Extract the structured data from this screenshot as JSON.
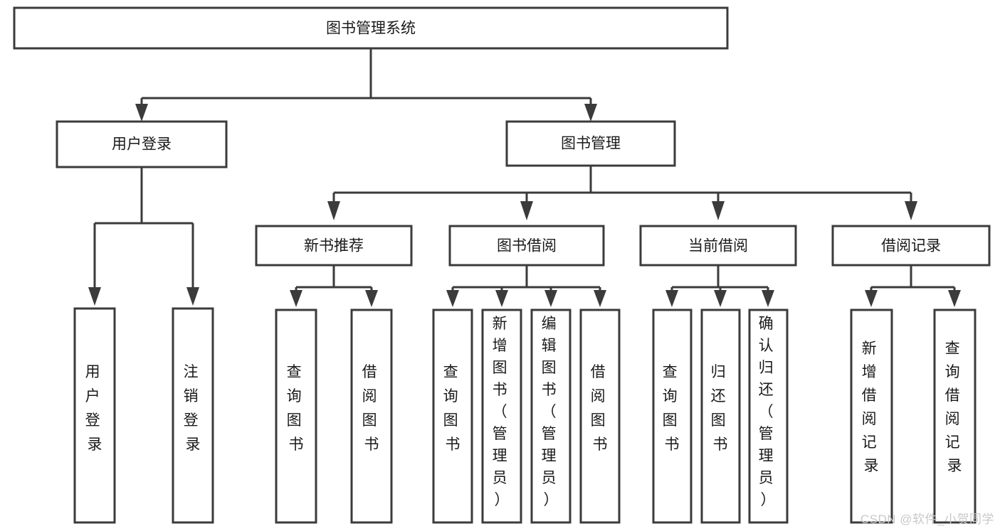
{
  "diagram": {
    "type": "tree",
    "orientation": "top-down",
    "title": "图书管理系统",
    "background_color": "#ffffff",
    "line_color": "#3b3b3b",
    "text_color": "#1a1a1a",
    "root": {
      "id": "root",
      "label": "图书管理系统",
      "text_orientation": "horizontal"
    },
    "level1": [
      {
        "id": "user-login",
        "label": "用户登录",
        "text_orientation": "horizontal"
      },
      {
        "id": "book-management",
        "label": "图书管理",
        "text_orientation": "horizontal"
      }
    ],
    "level2": [
      {
        "id": "new-book-recommend",
        "label": "新书推荐",
        "parent": "book-management",
        "text_orientation": "horizontal"
      },
      {
        "id": "book-borrow",
        "label": "图书借阅",
        "parent": "book-management",
        "text_orientation": "horizontal"
      },
      {
        "id": "current-borrow",
        "label": "当前借阅",
        "parent": "book-management",
        "text_orientation": "horizontal"
      },
      {
        "id": "borrow-record",
        "label": "借阅记录",
        "parent": "book-management",
        "text_orientation": "horizontal"
      }
    ],
    "leaves": [
      {
        "id": "leaf-user-login",
        "parent": "user-login",
        "lines": [
          "用",
          "户",
          "登",
          "录"
        ],
        "label": "用户登录",
        "text_orientation": "vertical"
      },
      {
        "id": "leaf-user-logout",
        "parent": "user-login",
        "lines": [
          "注",
          "销",
          "登",
          "录"
        ],
        "label": "注销登录",
        "text_orientation": "vertical"
      },
      {
        "id": "leaf-query-book-1",
        "parent": "new-book-recommend",
        "lines": [
          "查",
          "询",
          "图",
          "书"
        ],
        "label": "查询图书",
        "text_orientation": "vertical"
      },
      {
        "id": "leaf-borrow-book-1",
        "parent": "new-book-recommend",
        "lines": [
          "借",
          "阅",
          "图",
          "书"
        ],
        "label": "借阅图书",
        "text_orientation": "vertical"
      },
      {
        "id": "leaf-query-book-2",
        "parent": "book-borrow",
        "lines": [
          "查",
          "询",
          "图",
          "书"
        ],
        "label": "查询图书",
        "text_orientation": "vertical"
      },
      {
        "id": "leaf-add-book-admin",
        "parent": "book-borrow",
        "lines": [
          "新",
          "增",
          "图",
          "书",
          "（",
          "管",
          "理",
          "员",
          "）"
        ],
        "label": "新增图书（管理员）",
        "text_orientation": "vertical"
      },
      {
        "id": "leaf-edit-book-admin",
        "parent": "book-borrow",
        "lines": [
          "编",
          "辑",
          "图",
          "书",
          "（",
          "管",
          "理",
          "员",
          "）"
        ],
        "label": "编辑图书（管理员）",
        "text_orientation": "vertical"
      },
      {
        "id": "leaf-borrow-book-2",
        "parent": "book-borrow",
        "lines": [
          "借",
          "阅",
          "图",
          "书"
        ],
        "label": "借阅图书",
        "text_orientation": "vertical"
      },
      {
        "id": "leaf-query-book-3",
        "parent": "current-borrow",
        "lines": [
          "查",
          "询",
          "图",
          "书"
        ],
        "label": "查询图书",
        "text_orientation": "vertical"
      },
      {
        "id": "leaf-return-book",
        "parent": "current-borrow",
        "lines": [
          "归",
          "还",
          "图",
          "书"
        ],
        "label": "归还图书",
        "text_orientation": "vertical"
      },
      {
        "id": "leaf-confirm-return-admin",
        "parent": "current-borrow",
        "lines": [
          "确",
          "认",
          "归",
          "还",
          "（",
          "管",
          "理",
          "员",
          "）"
        ],
        "label": "确认归还（管理员）",
        "text_orientation": "vertical"
      },
      {
        "id": "leaf-add-borrow-record",
        "parent": "borrow-record",
        "lines": [
          "新",
          "增",
          "借",
          "阅",
          "记",
          "录"
        ],
        "label": "新增借阅记录",
        "text_orientation": "vertical"
      },
      {
        "id": "leaf-query-borrow-record",
        "parent": "borrow-record",
        "lines": [
          "查",
          "询",
          "借",
          "阅",
          "记",
          "录"
        ],
        "label": "查询借阅记录",
        "text_orientation": "vertical"
      }
    ]
  },
  "watermark": {
    "text": "CSDN @软件_小贺同学",
    "color": "#c9c9c9"
  }
}
